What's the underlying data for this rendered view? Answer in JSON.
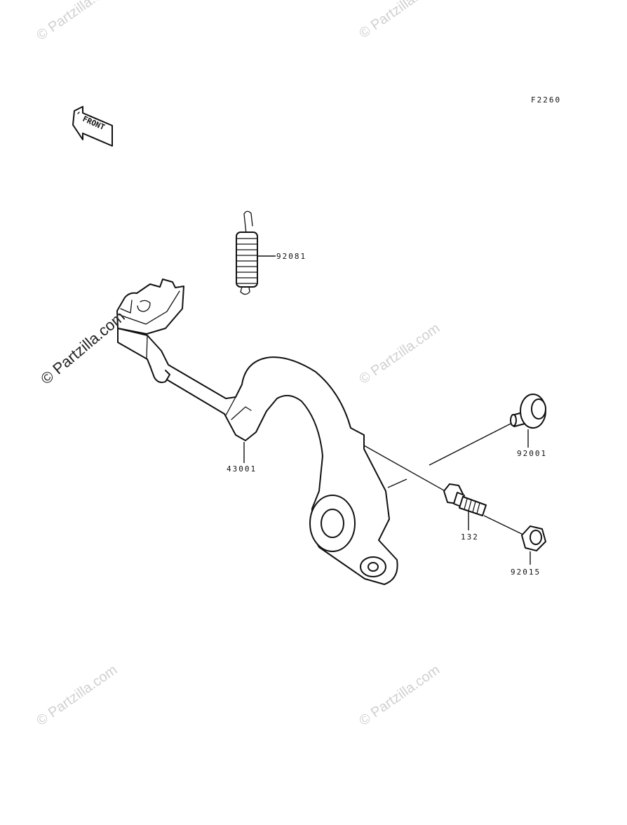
{
  "diagram": {
    "code": "F2260",
    "front_label": "FRONT",
    "parts": [
      {
        "id": "spring",
        "number": "92081"
      },
      {
        "id": "brake-pedal",
        "number": "43001"
      },
      {
        "id": "washer",
        "number": "92001"
      },
      {
        "id": "bolt",
        "number": "132"
      },
      {
        "id": "nut",
        "number": "92015"
      }
    ]
  },
  "watermarks": [
    "© Partzilla.com",
    "© Partzilla.com",
    "© Partzilla.com",
    "© Partzilla.com",
    "© Partzilla.com",
    "© Partzilla.com"
  ]
}
